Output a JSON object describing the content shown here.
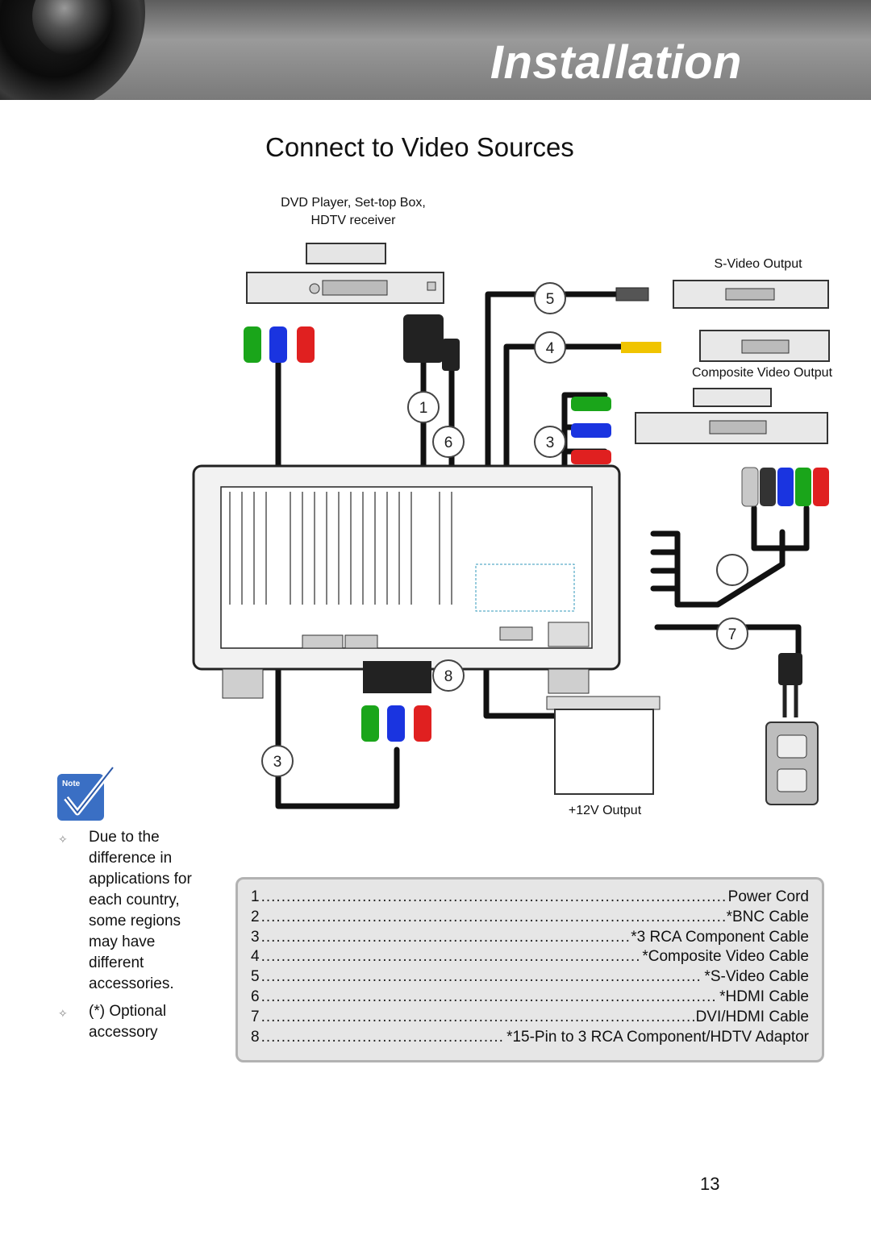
{
  "header": {
    "title": "Installation"
  },
  "section": {
    "title": "Connect to Video Sources"
  },
  "diagram": {
    "labels": {
      "dvd": "DVD Player, Set-top Box,",
      "hdtv": "HDTV receiver",
      "svideo_output": "S-Video Output",
      "composite_output": "Composite Video Output",
      "twelve_v_output": "+12V Output"
    },
    "callouts": [
      "5",
      "4",
      "1",
      "6",
      "3",
      "8",
      "3",
      "7"
    ],
    "colors": {
      "green": "#1aa51a",
      "blue": "#1a34e0",
      "red": "#e02020",
      "yellow": "#f0c400",
      "cable": "#111111"
    }
  },
  "note": {
    "icon": "note-checkmark-icon",
    "icon_text": "Note",
    "items": [
      "Due to the difference in applications for each country, some regions may have different accessories.",
      "(*) Optional accessory"
    ]
  },
  "legend": {
    "items": [
      {
        "num": "1",
        "name": "Power Cord"
      },
      {
        "num": "2",
        "name": "*BNC Cable"
      },
      {
        "num": "3",
        "name": "*3 RCA Component Cable"
      },
      {
        "num": "4",
        "name": "*Composite Video Cable"
      },
      {
        "num": "5",
        "name": "*S-Video Cable"
      },
      {
        "num": "6",
        "name": "*HDMI Cable"
      },
      {
        "num": "7",
        "name": "DVI/HDMI Cable"
      },
      {
        "num": "8",
        "name": "*15-Pin to 3 RCA Component/HDTV Adaptor"
      }
    ]
  },
  "page": {
    "number": "13"
  }
}
